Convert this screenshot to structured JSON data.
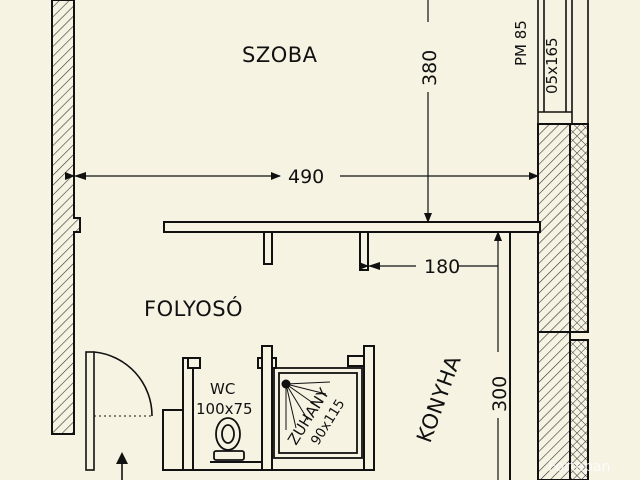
{
  "rooms": {
    "szoba": "SZOBA",
    "folyoso": "FOLYOSÓ",
    "konyha": "KONYHA",
    "wc": "WC",
    "wc_size": "100x75",
    "zuhany": "ZUHANY",
    "zuhany_size": "90x115"
  },
  "dimensions": {
    "szoba_width": "490",
    "szoba_height": "380",
    "corridor_width": "180",
    "kitchen_height": "300"
  },
  "window": {
    "size": "05x165",
    "pm": "PM 85"
  },
  "watermark": "Fortepan"
}
